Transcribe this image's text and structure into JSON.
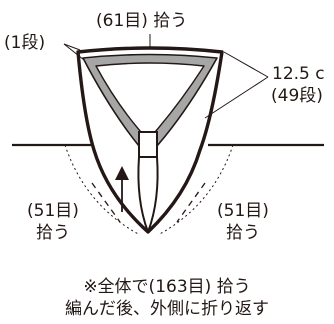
{
  "labels": {
    "top_center": "(61目) 拾う",
    "top_left": "(1段)",
    "right_top_line1": "12.5 c",
    "right_top_line2": "(49段)",
    "left_bottom_line1": "(51目)",
    "left_bottom_line2": "拾う",
    "right_bottom_line1": "(51目)",
    "right_bottom_line2": "拾う",
    "note_line1": "※全体で(163目) 拾う",
    "note_line2": "編んだ後、外側に折り返す"
  }
}
